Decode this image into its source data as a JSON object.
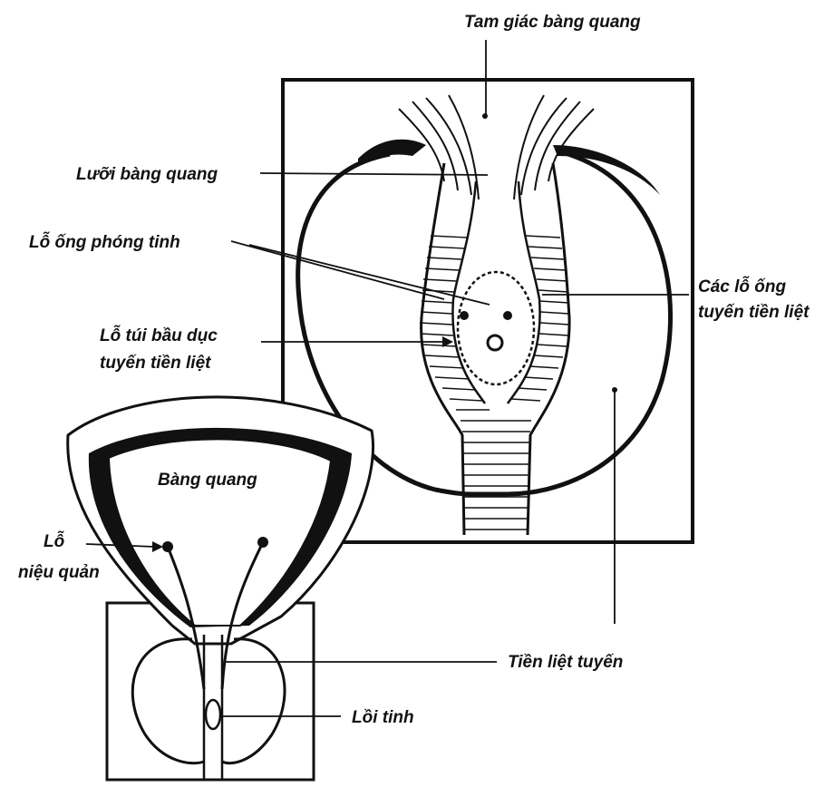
{
  "labels": {
    "trigone": "Tam giác bàng quang",
    "uvula": "Lưỡi bàng quang",
    "ejaculatory_duct": "Lỗ ống phóng tinh",
    "utricle_line1": "Lỗ túi bầu dục",
    "utricle_line2": "tuyến tiền liệt",
    "prostatic_ducts_line1": "Các lỗ ống",
    "prostatic_ducts_line2": "tuyến tiền liệt",
    "bladder": "Bàng quang",
    "ureter_line1": "Lỗ",
    "ureter_line2": "niệu quản",
    "prostate": "Tiền liệt tuyến",
    "colliculus": "Lồi tinh"
  },
  "colors": {
    "ink": "#111111",
    "paper": "#ffffff"
  }
}
